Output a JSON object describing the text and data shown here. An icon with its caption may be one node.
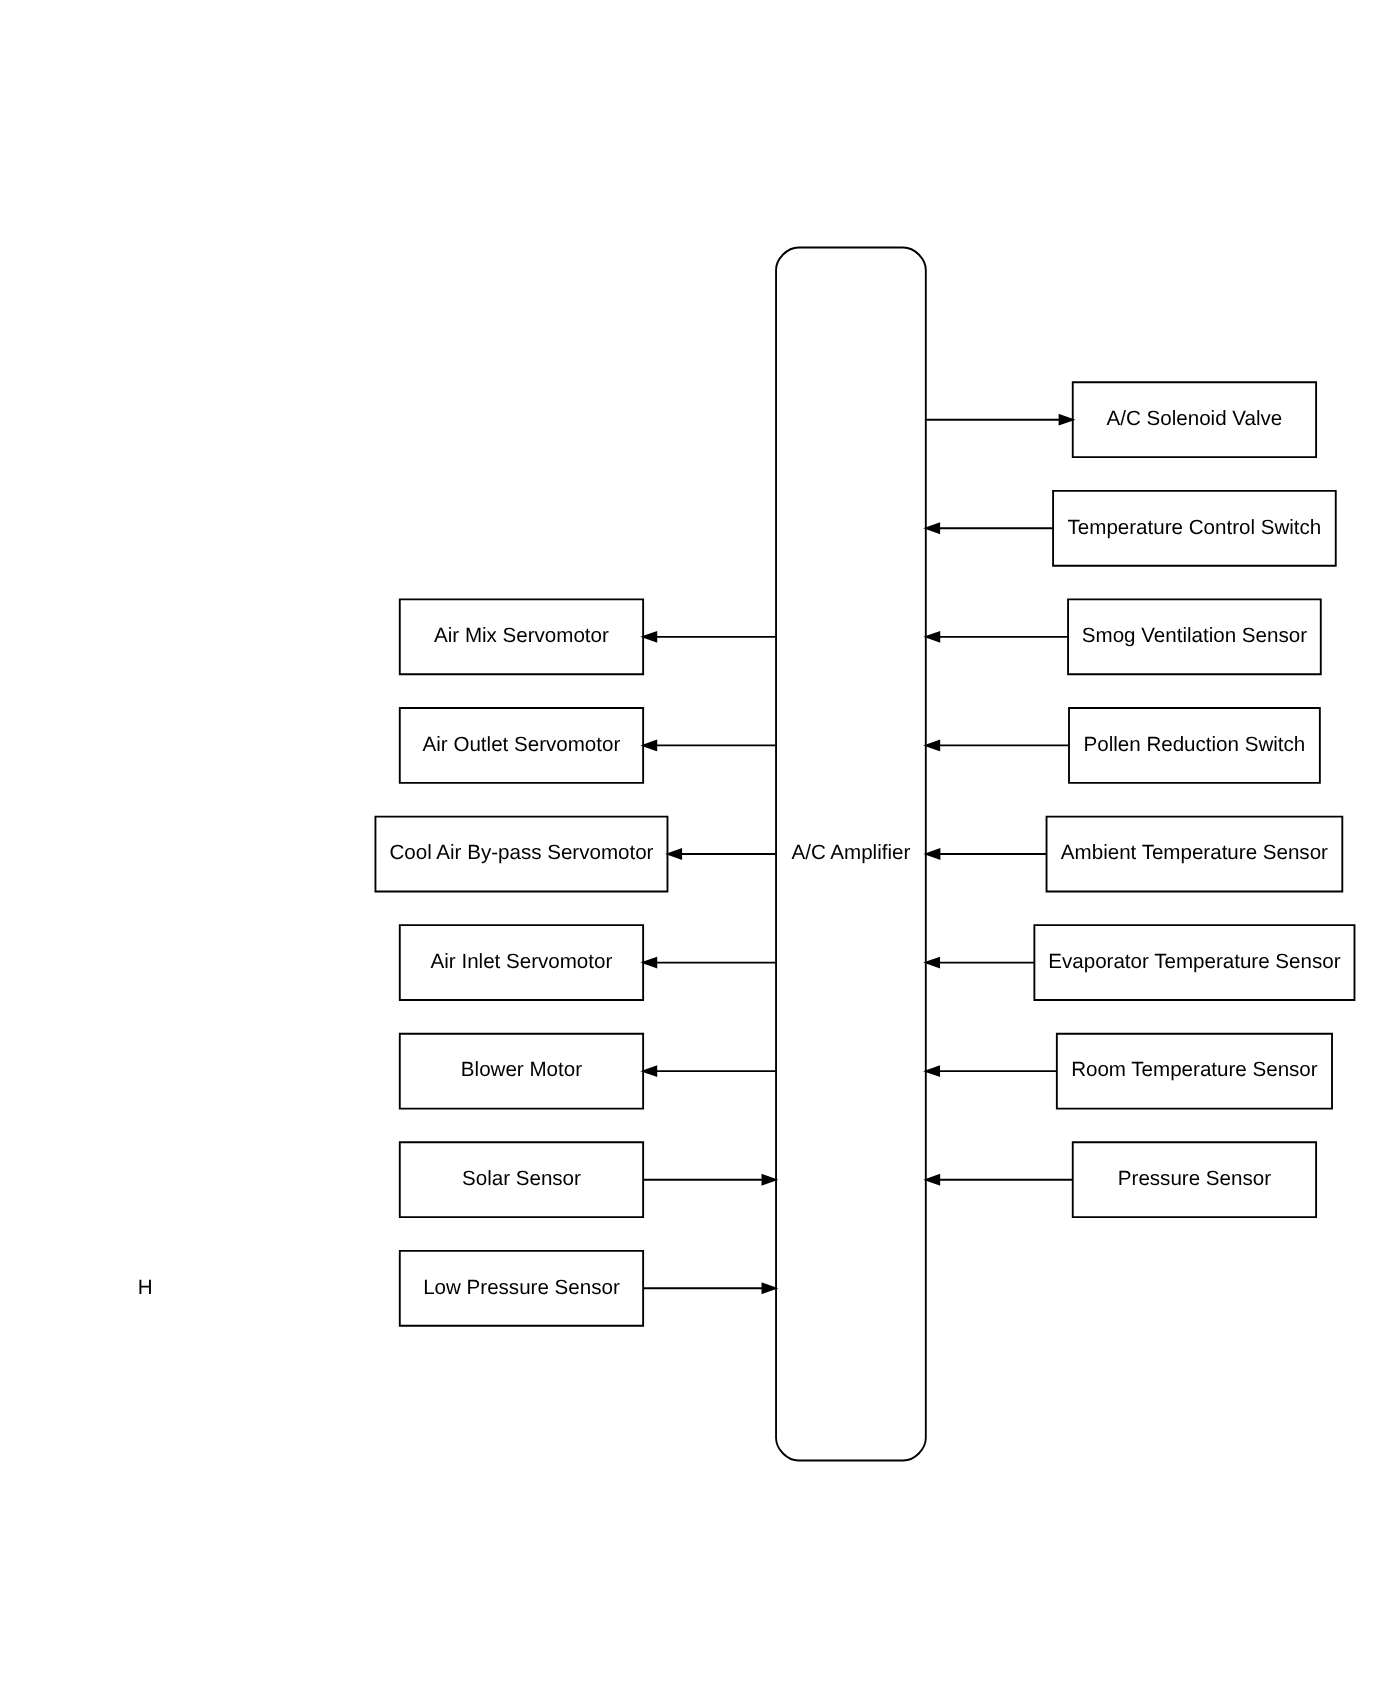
{
  "diagram": {
    "nodes": [
      {
        "text": [
          "A/C Amplifier"
        ]
      },
      {
        "text": [
          "Air Mix Servomotor"
        ]
      },
      {
        "text": [
          "Air Outlet Servomotor"
        ]
      },
      {
        "text": [
          "Cool Air By-pass Servomotor"
        ]
      },
      {
        "text": [
          "Air Inlet Servomotor"
        ]
      },
      {
        "text": [
          "Blower Motor"
        ]
      },
      {
        "text": [
          "Solar Sensor"
        ]
      },
      {
        "text": [
          "Low Pressure Sensor"
        ]
      },
      {
        "text": [
          "Temperature Control Switch"
        ]
      },
      {
        "text": [
          "Smog Ventilation Sensor"
        ]
      },
      {
        "text": [
          "Pollen Reduction Switch"
        ]
      },
      {
        "text": [
          "Ambient Temperature Sensor"
        ]
      },
      {
        "text": [
          "Evaporator Temperature Sensor"
        ]
      },
      {
        "text": [
          "Room Temperature Sensor"
        ]
      },
      {
        "text": [
          "A/C Solenoid Valve"
        ]
      },
      {
        "text": [
          "Pressure Sensor"
        ]
      }
    ],
    "edges": [
      {
        "from": 0,
        "to": 1,
        "arrow": "to"
      },
      {
        "from": 0,
        "to": 2,
        "arrow": "to"
      },
      {
        "from": 0,
        "to": 3,
        "arrow": "to"
      },
      {
        "from": 0,
        "to": 4,
        "arrow": "to"
      },
      {
        "from": 0,
        "to": 5,
        "arrow": "to"
      },
      {
        "from": 6,
        "to": 0,
        "arrow": "to"
      },
      {
        "from": 7,
        "to": 0,
        "arrow": "to"
      },
      {
        "from": 8,
        "to": 0,
        "arrow": "to"
      },
      {
        "from": 9,
        "to": 0,
        "arrow": "to"
      },
      {
        "from": 10,
        "to": 0,
        "arrow": "to"
      },
      {
        "from": 11,
        "to": 0,
        "arrow": "to"
      },
      {
        "from": 12,
        "to": 0,
        "arrow": "to"
      },
      {
        "from": 13,
        "to": 0,
        "arrow": "to"
      },
      {
        "from": 0,
        "to": 14,
        "arrow": "to"
      },
      {
        "from": 15,
        "to": 0,
        "arrow": "to"
      }
    ],
    "labels": [
      "H"
    ]
  }
}
